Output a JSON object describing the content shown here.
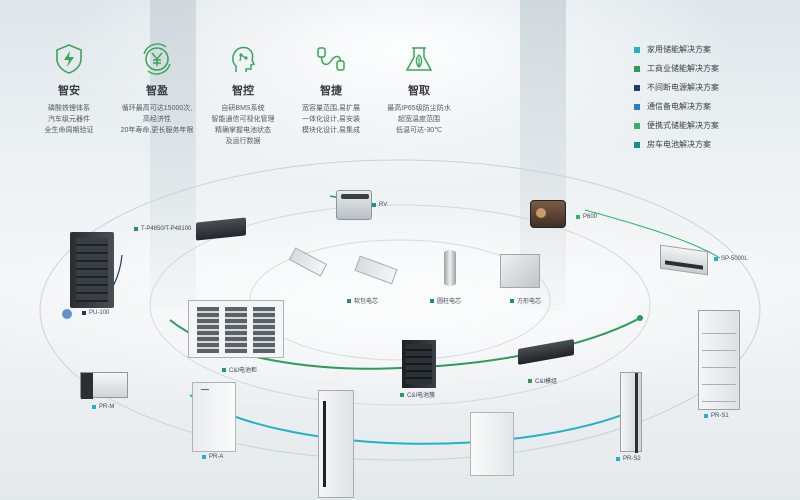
{
  "colors": {
    "accent_green": "#2e9a5b",
    "accent_teal": "#22b3c4",
    "dark_navy": "#1f3b6e",
    "icon_green": "#3aa55a"
  },
  "features": [
    {
      "icon": "shield-bolt-icon",
      "title": "智安",
      "desc": "磷酸铁锂体系\n汽车级元器件\n全生命周期验证"
    },
    {
      "icon": "yen-coin-icon",
      "title": "智盈",
      "desc": "循环最高可达15000次,\n高经济性\n20年寿命,更长服务年限"
    },
    {
      "icon": "brain-head-icon",
      "title": "智控",
      "desc": "自研BMS系统\n智能通信可视化管理\n精确掌握电池状态\n及运行数据"
    },
    {
      "icon": "connector-cable-icon",
      "title": "智捷",
      "desc": "宽容量范围,易扩展\n一体化设计,易安装\n模块化设计,易集成"
    },
    {
      "icon": "flask-leaf-icon",
      "title": "智取",
      "desc": "最高IP65级防尘防水\n超宽温度范围\n低温可达-30℃"
    }
  ],
  "legend": [
    {
      "label": "家用储能解决方案",
      "color": "#22b3c4"
    },
    {
      "label": "工商业储能解决方案",
      "color": "#2e9a5b"
    },
    {
      "label": "不间断电源解决方案",
      "color": "#1f3b6e"
    },
    {
      "label": "通信备电解决方案",
      "color": "#2a7fbf"
    },
    {
      "label": "便携式储能解决方案",
      "color": "#2fb36e"
    },
    {
      "label": "房车电池解决方案",
      "color": "#1a8c86"
    }
  ],
  "products": {
    "rv": "RV",
    "tp": "T-P4850/T-P48100",
    "p600": "P600",
    "sp5000l": "SP-5000L",
    "soft_cell": "软包电芯",
    "cyl_cell": "圆柱电芯",
    "prism_cell": "方形电芯",
    "pu100": "PU-100",
    "ci_cabinet": "C&I电池柜",
    "ci_module": "C&I模组",
    "ci_pack": "C&I电池簇",
    "prm": "PR-M",
    "pra": "PR-A",
    "prs1": "PR-S1",
    "prs2": "PR-S2"
  }
}
